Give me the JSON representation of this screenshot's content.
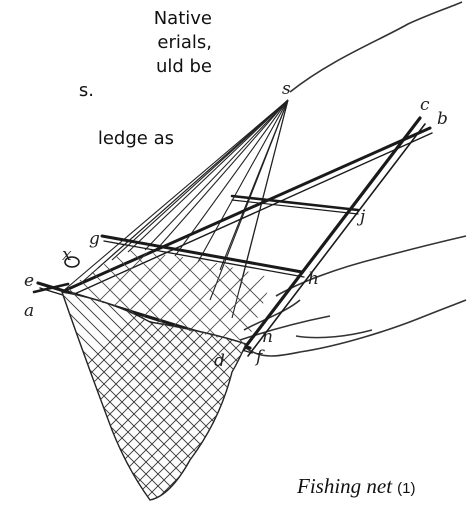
{
  "text_fragments": [
    "Native",
    "erials,",
    "uld be",
    "s.",
    "ledge as"
  ],
  "figure": {
    "labels": {
      "s": "s",
      "c": "c",
      "b": "b",
      "j": "j",
      "g": "g",
      "x": "x",
      "e": "e",
      "a": "a",
      "h": "h",
      "n": "n",
      "f": "f",
      "d": "d"
    },
    "caption_title": "Fishing net",
    "caption_number": "(1)"
  }
}
